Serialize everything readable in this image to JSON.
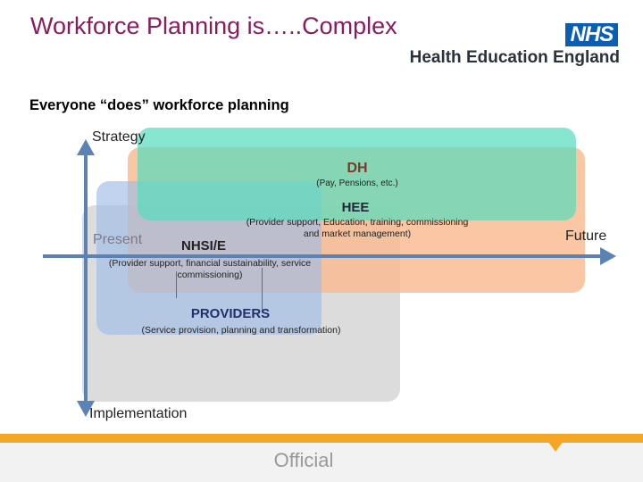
{
  "header": {
    "title": "Workforce Planning is…..Complex",
    "logo_mark": "NHS",
    "logo_text": "Health Education England"
  },
  "subtitle": "Everyone “does” workforce planning",
  "diagram": {
    "axis_top": "Strategy",
    "axis_bottom": "Implementation",
    "axis_left": "Present",
    "axis_right": "Future",
    "regions": [
      {
        "name": "DH",
        "detail": "(Pay, Pensions, etc.)",
        "color": "#59dcbc"
      },
      {
        "name": "HEE",
        "detail": "(Provider support, Education, training, commissioning and market management)",
        "color": "#f9b990"
      },
      {
        "name": "NHSI/E",
        "detail": "(Provider support, financial sustainability, service commissioning)",
        "color": "#9fbde6"
      },
      {
        "name": "PROVIDERS",
        "detail": "(Service provision, planning and transformation)",
        "color": "#d4d4d4"
      }
    ]
  },
  "footer": {
    "label": "Official",
    "accent": "#f5a623"
  }
}
